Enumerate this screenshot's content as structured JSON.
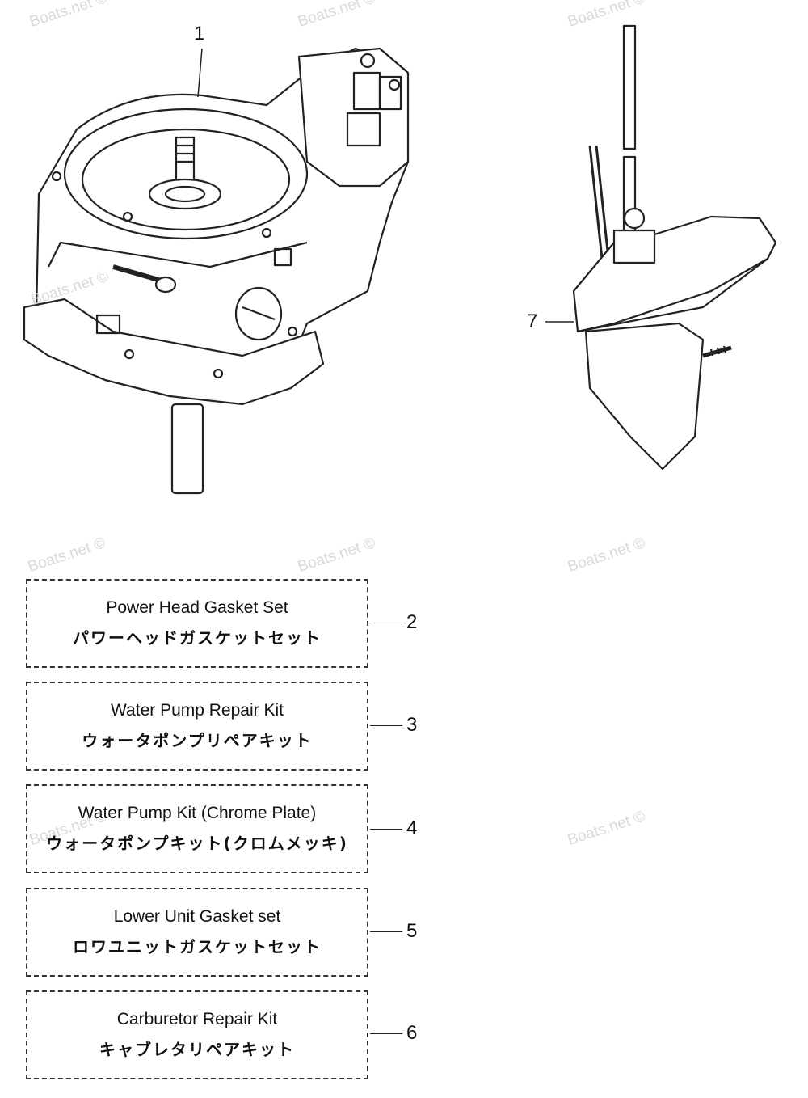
{
  "watermarks": [
    "Boats.net ©",
    "Boats.net ©",
    "Boats.net ©",
    "Boats.net ©",
    "Boats.net ©",
    "Boats.net ©",
    "Boats.net ©",
    "Boats.net ©",
    "Boats.net ©"
  ],
  "callouts": {
    "powerhead": "1",
    "lower_unit": "7"
  },
  "kits": [
    {
      "number": "2",
      "en": "Power Head Gasket Set",
      "jp": "パワーヘッドガスケットセット"
    },
    {
      "number": "3",
      "en": "Water Pump Repair Kit",
      "jp": "ウォータポンプリペアキット"
    },
    {
      "number": "4",
      "en": "Water Pump Kit (Chrome Plate)",
      "jp": "ウォータポンプキット(クロムメッキ)"
    },
    {
      "number": "5",
      "en": "Lower Unit Gasket set",
      "jp": "ロワユニットガスケットセット"
    },
    {
      "number": "6",
      "en": "Carburetor Repair Kit",
      "jp": "キャブレタリペアキット"
    }
  ]
}
